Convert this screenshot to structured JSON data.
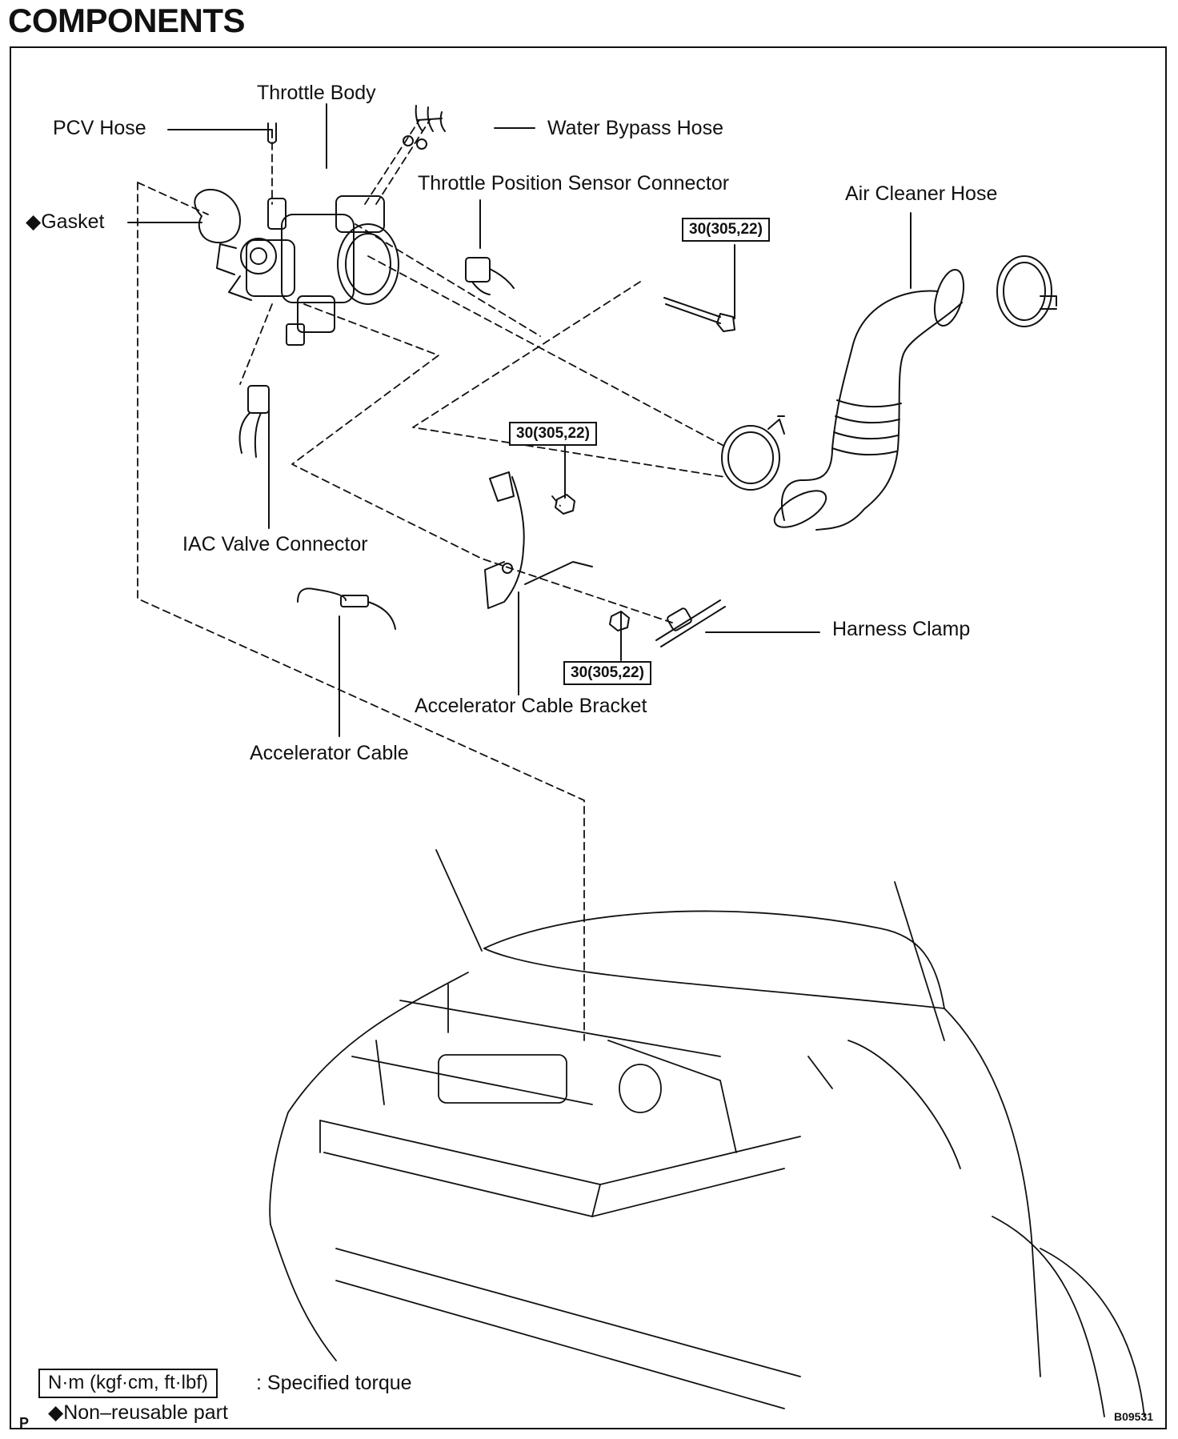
{
  "page": {
    "title": "COMPONENTS"
  },
  "labels": {
    "throttle_body": "Throttle Body",
    "pcv_hose": "PCV Hose",
    "water_bypass_hose": "Water Bypass Hose",
    "throttle_position_sensor_connector": "Throttle Position Sensor Connector",
    "gasket": "Gasket",
    "air_cleaner_hose": "Air Cleaner Hose",
    "iac_valve_connector": "IAC Valve Connector",
    "harness_clamp": "Harness Clamp",
    "accelerator_cable_bracket": "Accelerator Cable Bracket",
    "accelerator_cable": "Accelerator Cable"
  },
  "symbols": {
    "non_reusable": "◆"
  },
  "torque": {
    "bolt_air_cleaner": "30(305,22)",
    "nut_bracket_upper": "30(305,22)",
    "nut_bracket_lower": "30(305,22)"
  },
  "legend": {
    "torque_units": "N·m (kgf·cm, ft·lbf)",
    "torque_desc": ": Specified torque",
    "non_reusable": "◆Non–reusable part",
    "page_mark": "P",
    "figure_code": "B09531"
  }
}
